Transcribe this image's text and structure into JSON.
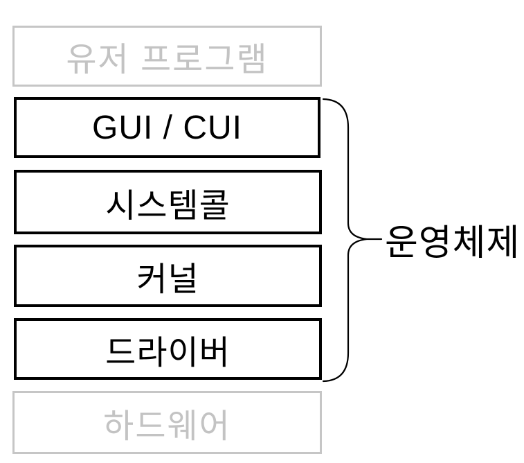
{
  "diagram": {
    "title_implied": "OS layer diagram",
    "user_program": {
      "label": "유저 프로그램"
    },
    "os_layers": [
      {
        "label": "GUI / CUI"
      },
      {
        "label": "시스템콜"
      },
      {
        "label": "커널"
      },
      {
        "label": "드라이버"
      }
    ],
    "hardware": {
      "label": "하드웨어"
    },
    "brace": {
      "label": "운영체제"
    },
    "colors": {
      "background": "#ffffff",
      "active_border": "#000000",
      "active_text": "#000000",
      "inactive_border": "#c6c6c6",
      "inactive_text": "#c3c3c3",
      "brace_stroke": "#000000"
    }
  }
}
